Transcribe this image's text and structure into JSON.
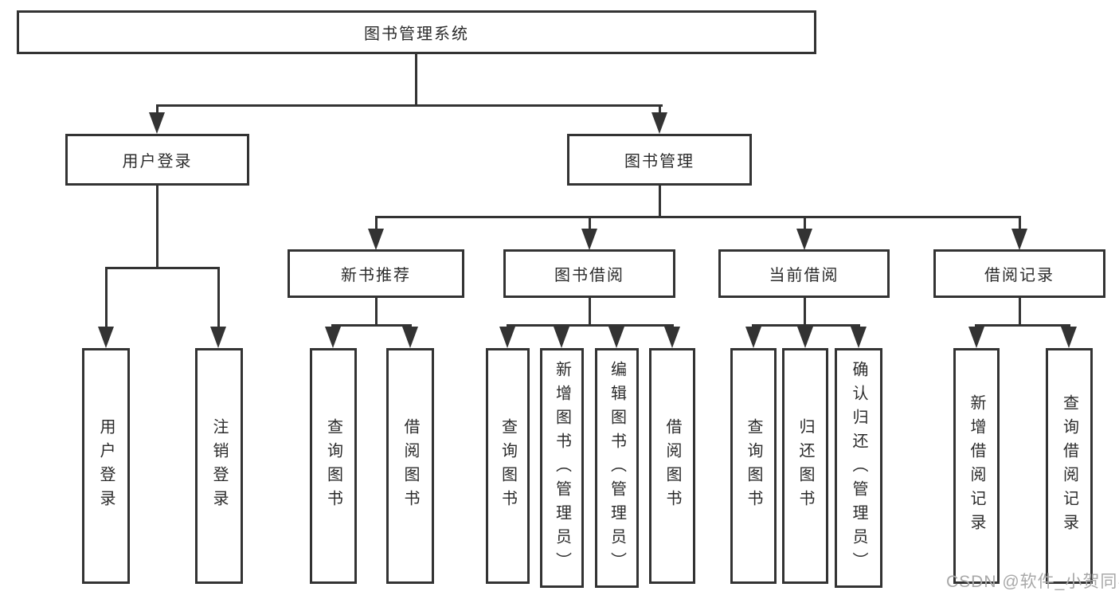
{
  "tree": {
    "root": {
      "label": "图书管理系统"
    },
    "level2": [
      {
        "label": "用户登录"
      },
      {
        "label": "图书管理"
      }
    ],
    "level3": [
      {
        "label": "新书推荐"
      },
      {
        "label": "图书借阅"
      },
      {
        "label": "当前借阅"
      },
      {
        "label": "借阅记录"
      }
    ],
    "leaves": {
      "user_login": [
        "用户登录",
        "注销登录"
      ],
      "new_book_recommend": [
        "查询图书",
        "借阅图书"
      ],
      "book_borrow": [
        "查询图书",
        "新增图书（管理员）",
        "编辑图书（管理员）",
        "借阅图书"
      ],
      "current_borrow": [
        "查询图书",
        "归还图书",
        "确认归还（管理员）"
      ],
      "borrow_record": [
        "新增借阅记录",
        "查询借阅记录"
      ]
    }
  },
  "watermark": {
    "text": "CSDN @软件_小贺同学",
    "color": "#a8a8a8"
  },
  "colors": {
    "line": "#333333",
    "box_border": "#333333",
    "text": "#2b2b2b",
    "background": "#ffffff"
  }
}
